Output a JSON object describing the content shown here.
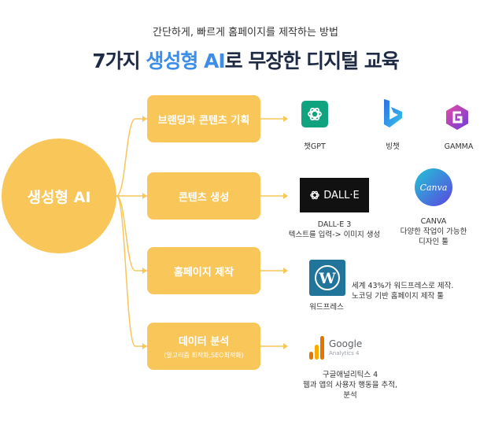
{
  "header": {
    "subtitle": "간단하게, 빠르게 홈페이지를 제작하는 방법",
    "title_pre": "7가지 ",
    "title_highlight": "생성형 AI",
    "title_post": "로 무장한 디지털 교육"
  },
  "hub": {
    "label": "생성형 AI"
  },
  "branches": [
    {
      "label": "브랜딩과 콘텐츠 기획"
    },
    {
      "label": "콘텐츠 생성"
    },
    {
      "label": "홈페이지 제작"
    },
    {
      "label": "데이터 분석",
      "sub": "(알고리즘 최적화,SEO최적화)"
    }
  ],
  "tools": {
    "chatgpt": {
      "label": "챗GPT"
    },
    "bing": {
      "label": "빙챗"
    },
    "gamma": {
      "label": "GAMMA"
    },
    "dalle": {
      "logo_text": "DALL·E",
      "label": "DALL-E 3",
      "desc": "텍스트를 입력-> 이미지 생성"
    },
    "canva": {
      "logo_text": "Canva",
      "label": "CANVA",
      "desc1": "다양한 작업이 가능한",
      "desc2": "디자인 툴"
    },
    "wordpress": {
      "label": "워드프레스",
      "desc1": "세계 43%가 워드프레스로 제작.",
      "desc2": "노코딩 기반 홈페이지 제작 툴"
    },
    "ga": {
      "logo_text": "Google",
      "logo_sub": "Analytics 4",
      "label": "구글애널리틱스 4",
      "desc1": "웹과 앱의 사용자 행동을 추적,",
      "desc2": "분석"
    }
  },
  "colors": {
    "accent": "#f8c659",
    "title_highlight": "#3c8ee8",
    "title": "#1f2a44"
  }
}
